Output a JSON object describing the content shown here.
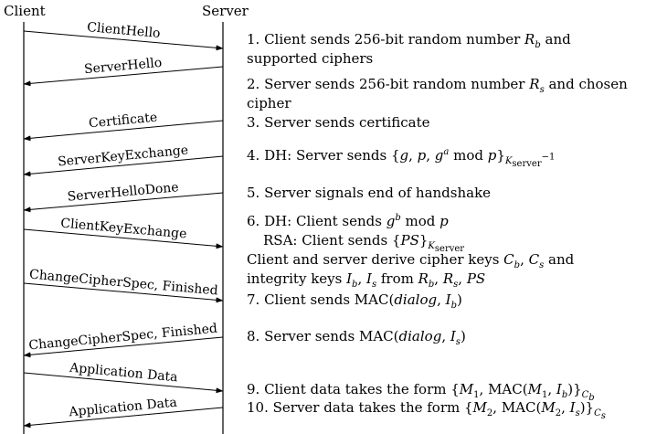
{
  "parties": {
    "client": "Client",
    "server": "Server"
  },
  "messages": [
    {
      "label": "ClientHello",
      "dir": "right"
    },
    {
      "label": "ServerHello",
      "dir": "left"
    },
    {
      "label": "Certificate",
      "dir": "left"
    },
    {
      "label": "ServerKeyExchange",
      "dir": "left"
    },
    {
      "label": "ServerHelloDone",
      "dir": "left"
    },
    {
      "label": "ClientKeyExchange",
      "dir": "right"
    },
    {
      "label": "ChangeCipherSpec, Finished",
      "dir": "right"
    },
    {
      "label": "ChangeCipherSpec, Finished",
      "dir": "left"
    },
    {
      "label": "Application Data",
      "dir": "right"
    },
    {
      "label": "Application Data",
      "dir": "left"
    }
  ],
  "steps": {
    "s1": "1. Client sends 256-bit random number R_b and supported ciphers",
    "s2": "2. Server sends 256-bit random number R_s and chosen cipher",
    "s3": "3. Server sends certificate",
    "s4": "4. DH: Server sends {g, p, g^a mod p}_{K_server^-1}",
    "s5": "5. Server signals end of handshake",
    "s6a": "6. DH: Client sends g^b mod p",
    "s6b": "RSA: Client sends {PS}_{K_server}",
    "s6c": "Client and server derive cipher keys C_b, C_s and integrity keys I_b, I_s from R_b, R_s, PS",
    "s7": "7. Client sends MAC(dialog, I_b)",
    "s8": "8. Server sends MAC(dialog, I_s)",
    "s9": "9. Client data takes the form {M_1, MAC(M_1, I_b)}_{C_b}",
    "s10": "10. Server data takes the form {M_2, MAC(M_2, I_s)}_{C_s}"
  }
}
